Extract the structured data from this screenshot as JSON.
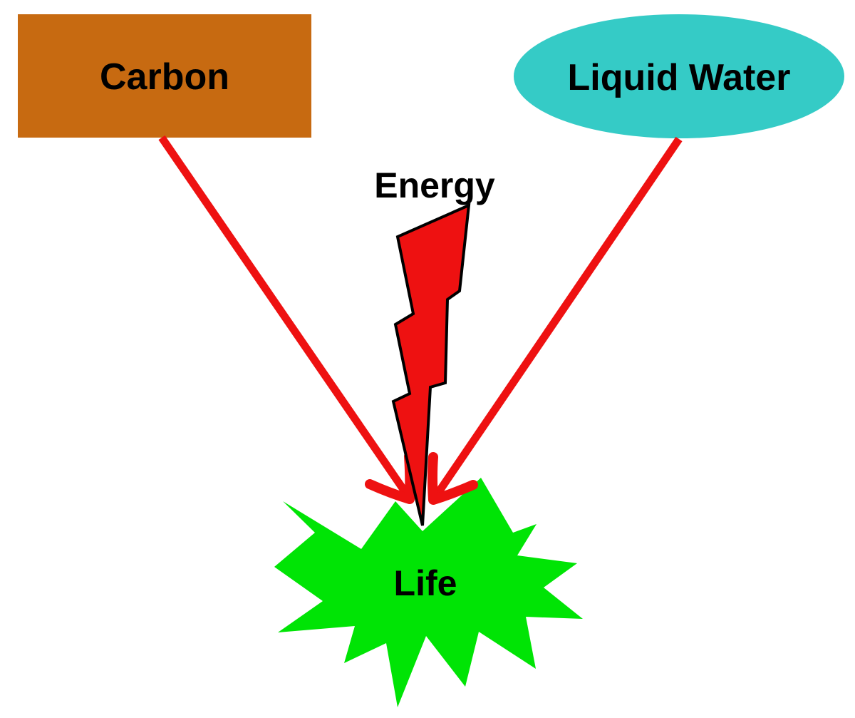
{
  "diagram": {
    "background": "#ffffff",
    "text_color": "#000000",
    "nodes": {
      "carbon": {
        "label": "Carbon",
        "shape": "rectangle",
        "fill": "#c76a11"
      },
      "water": {
        "label": "Liquid Water",
        "shape": "ellipse",
        "fill": "#35cbc6"
      },
      "energy": {
        "label": "Energy",
        "shape": "lightning-bolt",
        "fill": "#ee1111",
        "outline": "#000000"
      },
      "life": {
        "label": "Life",
        "shape": "starburst",
        "fill": "#00e405"
      }
    },
    "arrows": {
      "color": "#ee1111",
      "connections": [
        {
          "from": "Carbon",
          "to": "Life"
        },
        {
          "from": "Liquid Water",
          "to": "Life"
        }
      ]
    }
  }
}
